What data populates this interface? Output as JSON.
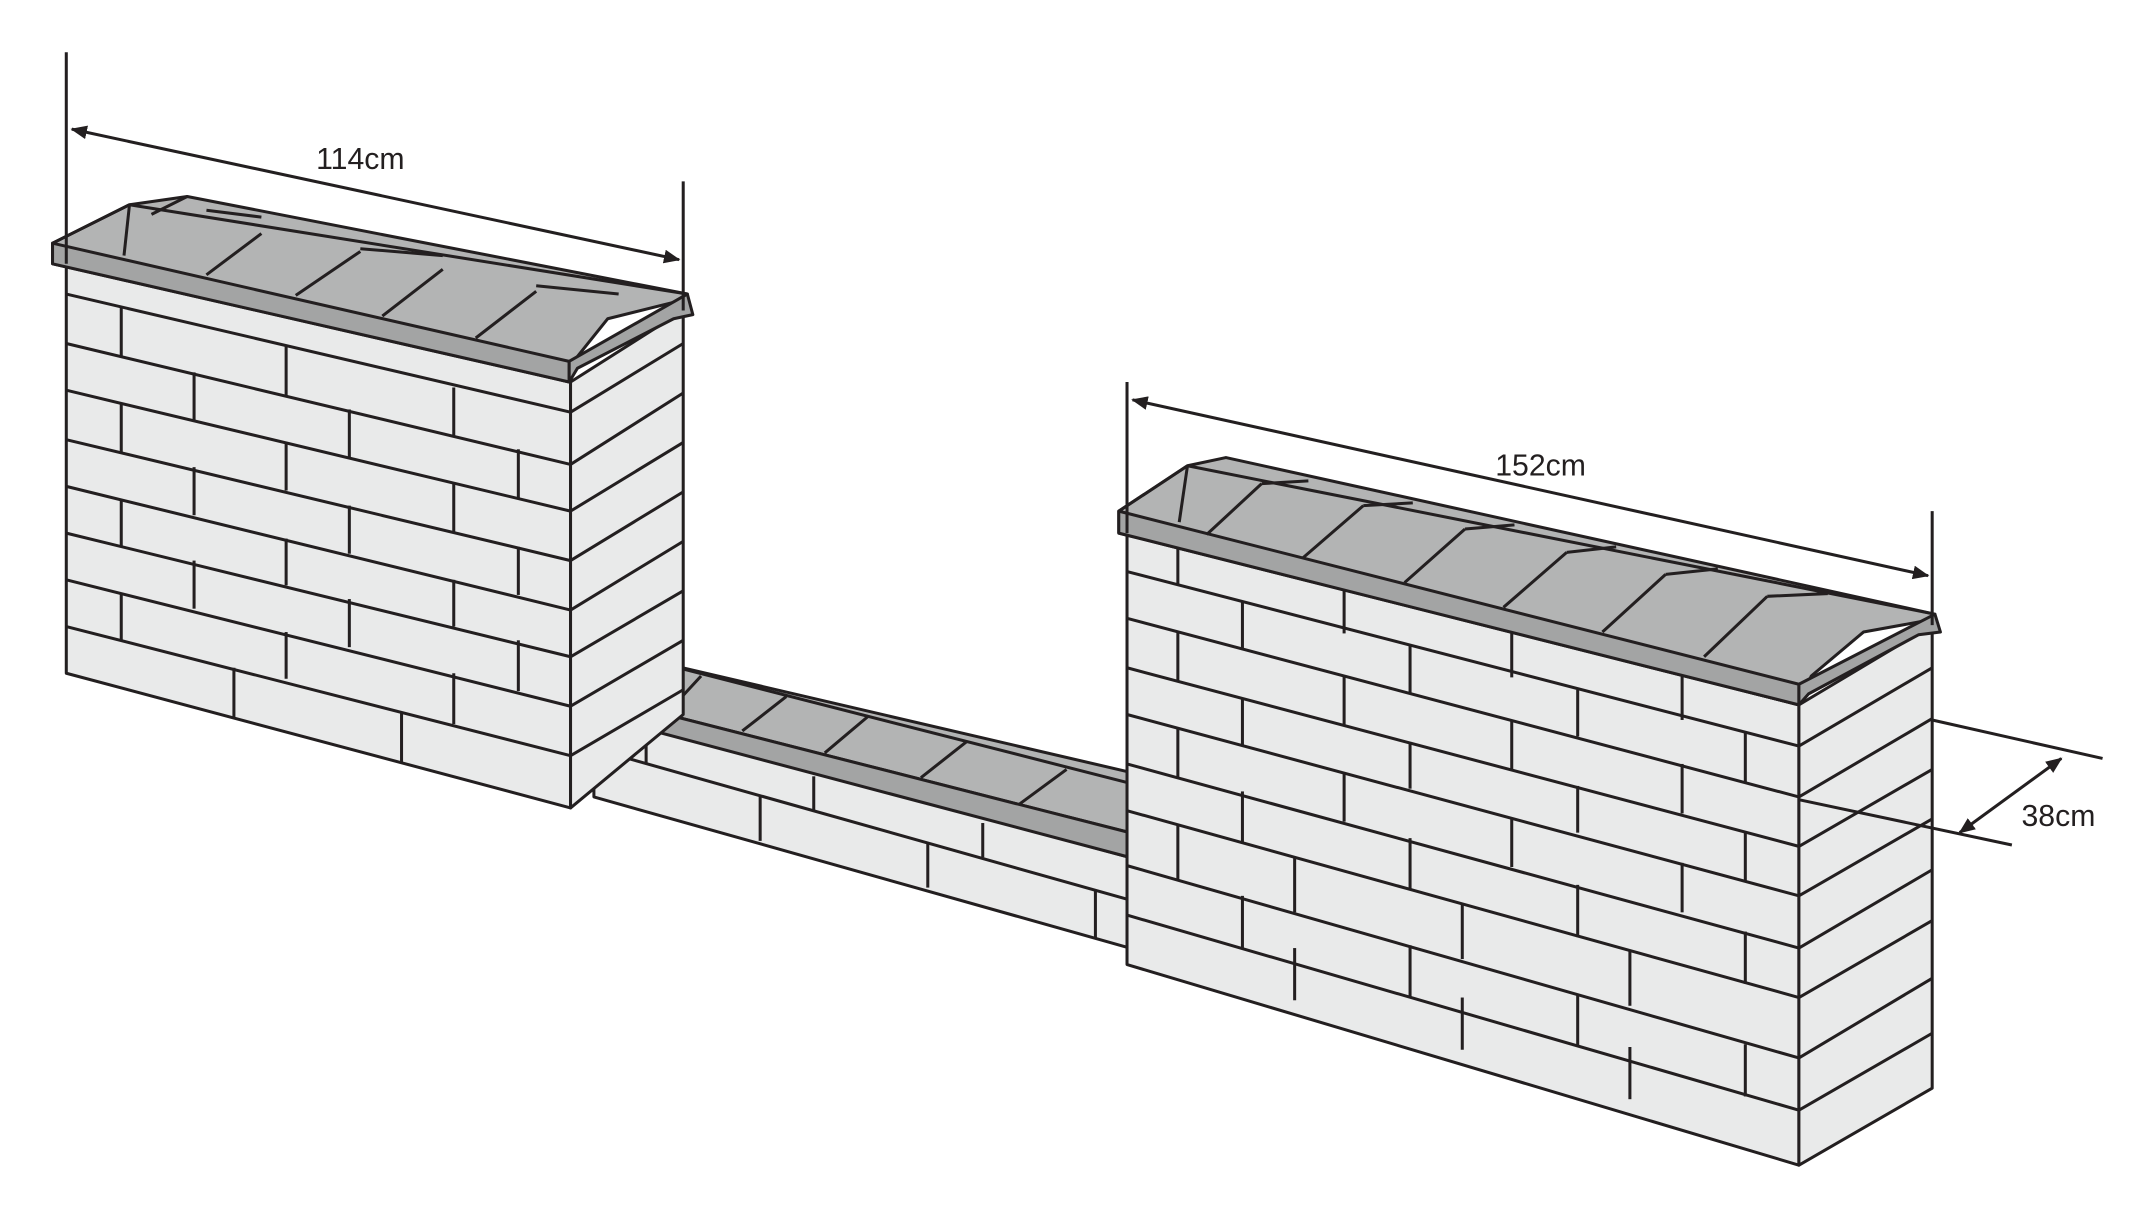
{
  "colors": {
    "brick": "#e9eaea",
    "cap": "#b3b4b4",
    "cap_dark": "#a3a4a4",
    "line": "#231f20"
  },
  "dimensions": {
    "left_pillar_width": "114cm",
    "right_pillar_width": "152cm",
    "depth": "38cm"
  }
}
